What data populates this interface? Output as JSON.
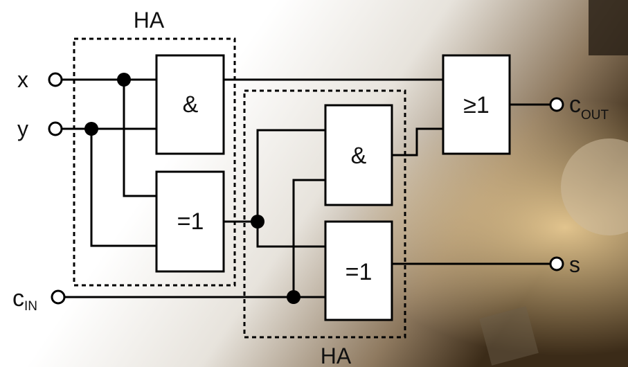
{
  "blocks": {
    "ha_top": "HA",
    "ha_bottom": "HA"
  },
  "gates": {
    "and1": "&",
    "xor1": "=1",
    "and2": "&",
    "xor2": "=1",
    "or": "≥1"
  },
  "inputs": {
    "x": "x",
    "y": "y",
    "cin_main": "c",
    "cin_sub": "IN"
  },
  "outputs": {
    "cout_main": "c",
    "cout_sub": "OUT",
    "s": "s"
  },
  "colors": {
    "line": "#000000",
    "gate_fill": "#ffffff",
    "background_light": "#ffffff",
    "background_dark": "#3a2a18"
  }
}
